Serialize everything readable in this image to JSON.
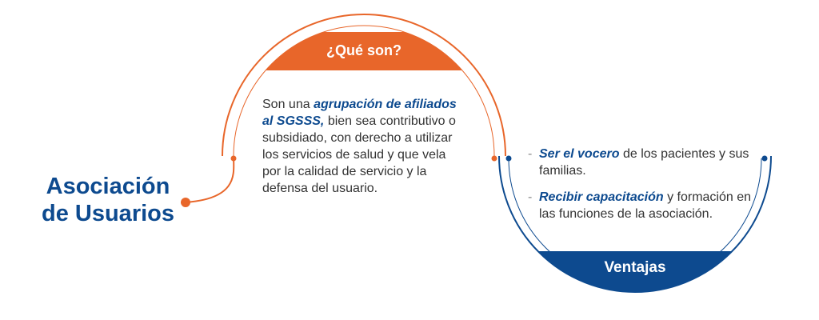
{
  "title": {
    "line1": "Asociación",
    "line2": "de Usuarios"
  },
  "what": {
    "label": "¿Qué son?",
    "text_before": "Son una ",
    "emphasis": "agrupación de afiliados al SGSSS,",
    "text_after": " bien sea contributivo o subsidiado, con derecho a utilizar los servicios de salud y que vela por la calidad de servicio y la defensa del usuario."
  },
  "benefits": {
    "label": "Ventajas",
    "items": [
      {
        "dash": "-",
        "emphasis": "Ser el vocero",
        "text": " de los pacientes y sus familias."
      },
      {
        "dash": "-",
        "emphasis": "Recibir capacitación",
        "text": " y formación en las funciones de la asociación."
      }
    ]
  },
  "colors": {
    "orange": "#e8662a",
    "blue": "#0d4a8f",
    "text": "#333333"
  }
}
